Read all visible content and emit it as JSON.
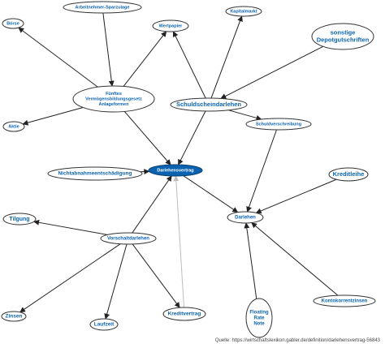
{
  "colors": {
    "node_text": "#0b63b0",
    "center_fill": "#0b63b0",
    "center_text": "#ffffff",
    "edge": "#222222",
    "edge_light": "#bdbdbd"
  },
  "nodes": [
    {
      "id": "arbeitnehmer-sparzulage",
      "lines": [
        "Arbeitnehmer-Sparzulage"
      ]
    },
    {
      "id": "kapitalmarkt",
      "lines": [
        "Kapitalmarkt"
      ]
    },
    {
      "id": "boerse",
      "lines": [
        "Börse"
      ]
    },
    {
      "id": "wertpapier",
      "lines": [
        "Wertpapier"
      ]
    },
    {
      "id": "sonstige-depotgutschriften",
      "lines": [
        "sonstige",
        "Depotgutschriften"
      ]
    },
    {
      "id": "fuenftes-vermoegensbildungsgesetz",
      "lines": [
        "Fünftes",
        "Vermögensbildungsgesetz",
        "Anlageformen"
      ]
    },
    {
      "id": "schuldscheindarlehen",
      "lines": [
        "Schuldscheindarlehen"
      ]
    },
    {
      "id": "aktie",
      "lines": [
        "Aktie"
      ]
    },
    {
      "id": "schuldverschreibung",
      "lines": [
        "Schuldverschreibung"
      ]
    },
    {
      "id": "nichtabnahmeentschaedigung",
      "lines": [
        "Nichtabnahmeentschädigung"
      ]
    },
    {
      "id": "darlehensvertrag",
      "lines": [
        "Darlehensvertrag"
      ]
    },
    {
      "id": "kreditleihe",
      "lines": [
        "Kreditleihe"
      ]
    },
    {
      "id": "tilgung",
      "lines": [
        "Tilgung"
      ]
    },
    {
      "id": "darlehen",
      "lines": [
        "Darlehen"
      ]
    },
    {
      "id": "vorschaltdarlehen",
      "lines": [
        "Vorschaltdarlehen"
      ]
    },
    {
      "id": "kontokorrentzinsen",
      "lines": [
        "Kontokorrentzinsen"
      ]
    },
    {
      "id": "zinsen",
      "lines": [
        "Zinsen"
      ]
    },
    {
      "id": "laufzeit",
      "lines": [
        "Laufzeit"
      ]
    },
    {
      "id": "kreditvertrag",
      "lines": [
        "Kreditvertrag"
      ]
    },
    {
      "id": "floating-rate-note",
      "lines": [
        "Floating",
        "Rate",
        "Note"
      ]
    }
  ],
  "edges": [
    {
      "from": "arbeitnehmer-sparzulage",
      "to": "fuenftes-vermoegensbildungsgesetz"
    },
    {
      "from": "fuenftes-vermoegensbildungsgesetz",
      "to": "boerse"
    },
    {
      "from": "fuenftes-vermoegensbildungsgesetz",
      "to": "wertpapier"
    },
    {
      "from": "fuenftes-vermoegensbildungsgesetz",
      "to": "aktie"
    },
    {
      "from": "fuenftes-vermoegensbildungsgesetz",
      "to": "darlehensvertrag"
    },
    {
      "from": "schuldscheindarlehen",
      "to": "wertpapier"
    },
    {
      "from": "schuldscheindarlehen",
      "to": "kapitalmarkt"
    },
    {
      "from": "sonstige-depotgutschriften",
      "to": "schuldscheindarlehen"
    },
    {
      "from": "schuldscheindarlehen",
      "to": "schuldverschreibung"
    },
    {
      "from": "schuldscheindarlehen",
      "to": "darlehensvertrag"
    },
    {
      "from": "schuldverschreibung",
      "to": "darlehen"
    },
    {
      "from": "nichtabnahmeentschaedigung",
      "to": "darlehensvertrag"
    },
    {
      "from": "kreditleihe",
      "to": "darlehen"
    },
    {
      "from": "darlehensvertrag",
      "to": "darlehen"
    },
    {
      "from": "vorschaltdarlehen",
      "to": "darlehensvertrag"
    },
    {
      "from": "vorschaltdarlehen",
      "to": "tilgung"
    },
    {
      "from": "vorschaltdarlehen",
      "to": "zinsen"
    },
    {
      "from": "vorschaltdarlehen",
      "to": "laufzeit"
    },
    {
      "from": "vorschaltdarlehen",
      "to": "kreditvertrag"
    },
    {
      "from": "kreditvertrag",
      "to": "darlehensvertrag",
      "light": true
    },
    {
      "from": "kontokorrentzinsen",
      "to": "darlehen"
    },
    {
      "from": "floating-rate-note",
      "to": "darlehen"
    }
  ],
  "caption": "Quelle: https://wirtschaftslexikon.gabler.de/definition/darlehensvertrag-56843"
}
